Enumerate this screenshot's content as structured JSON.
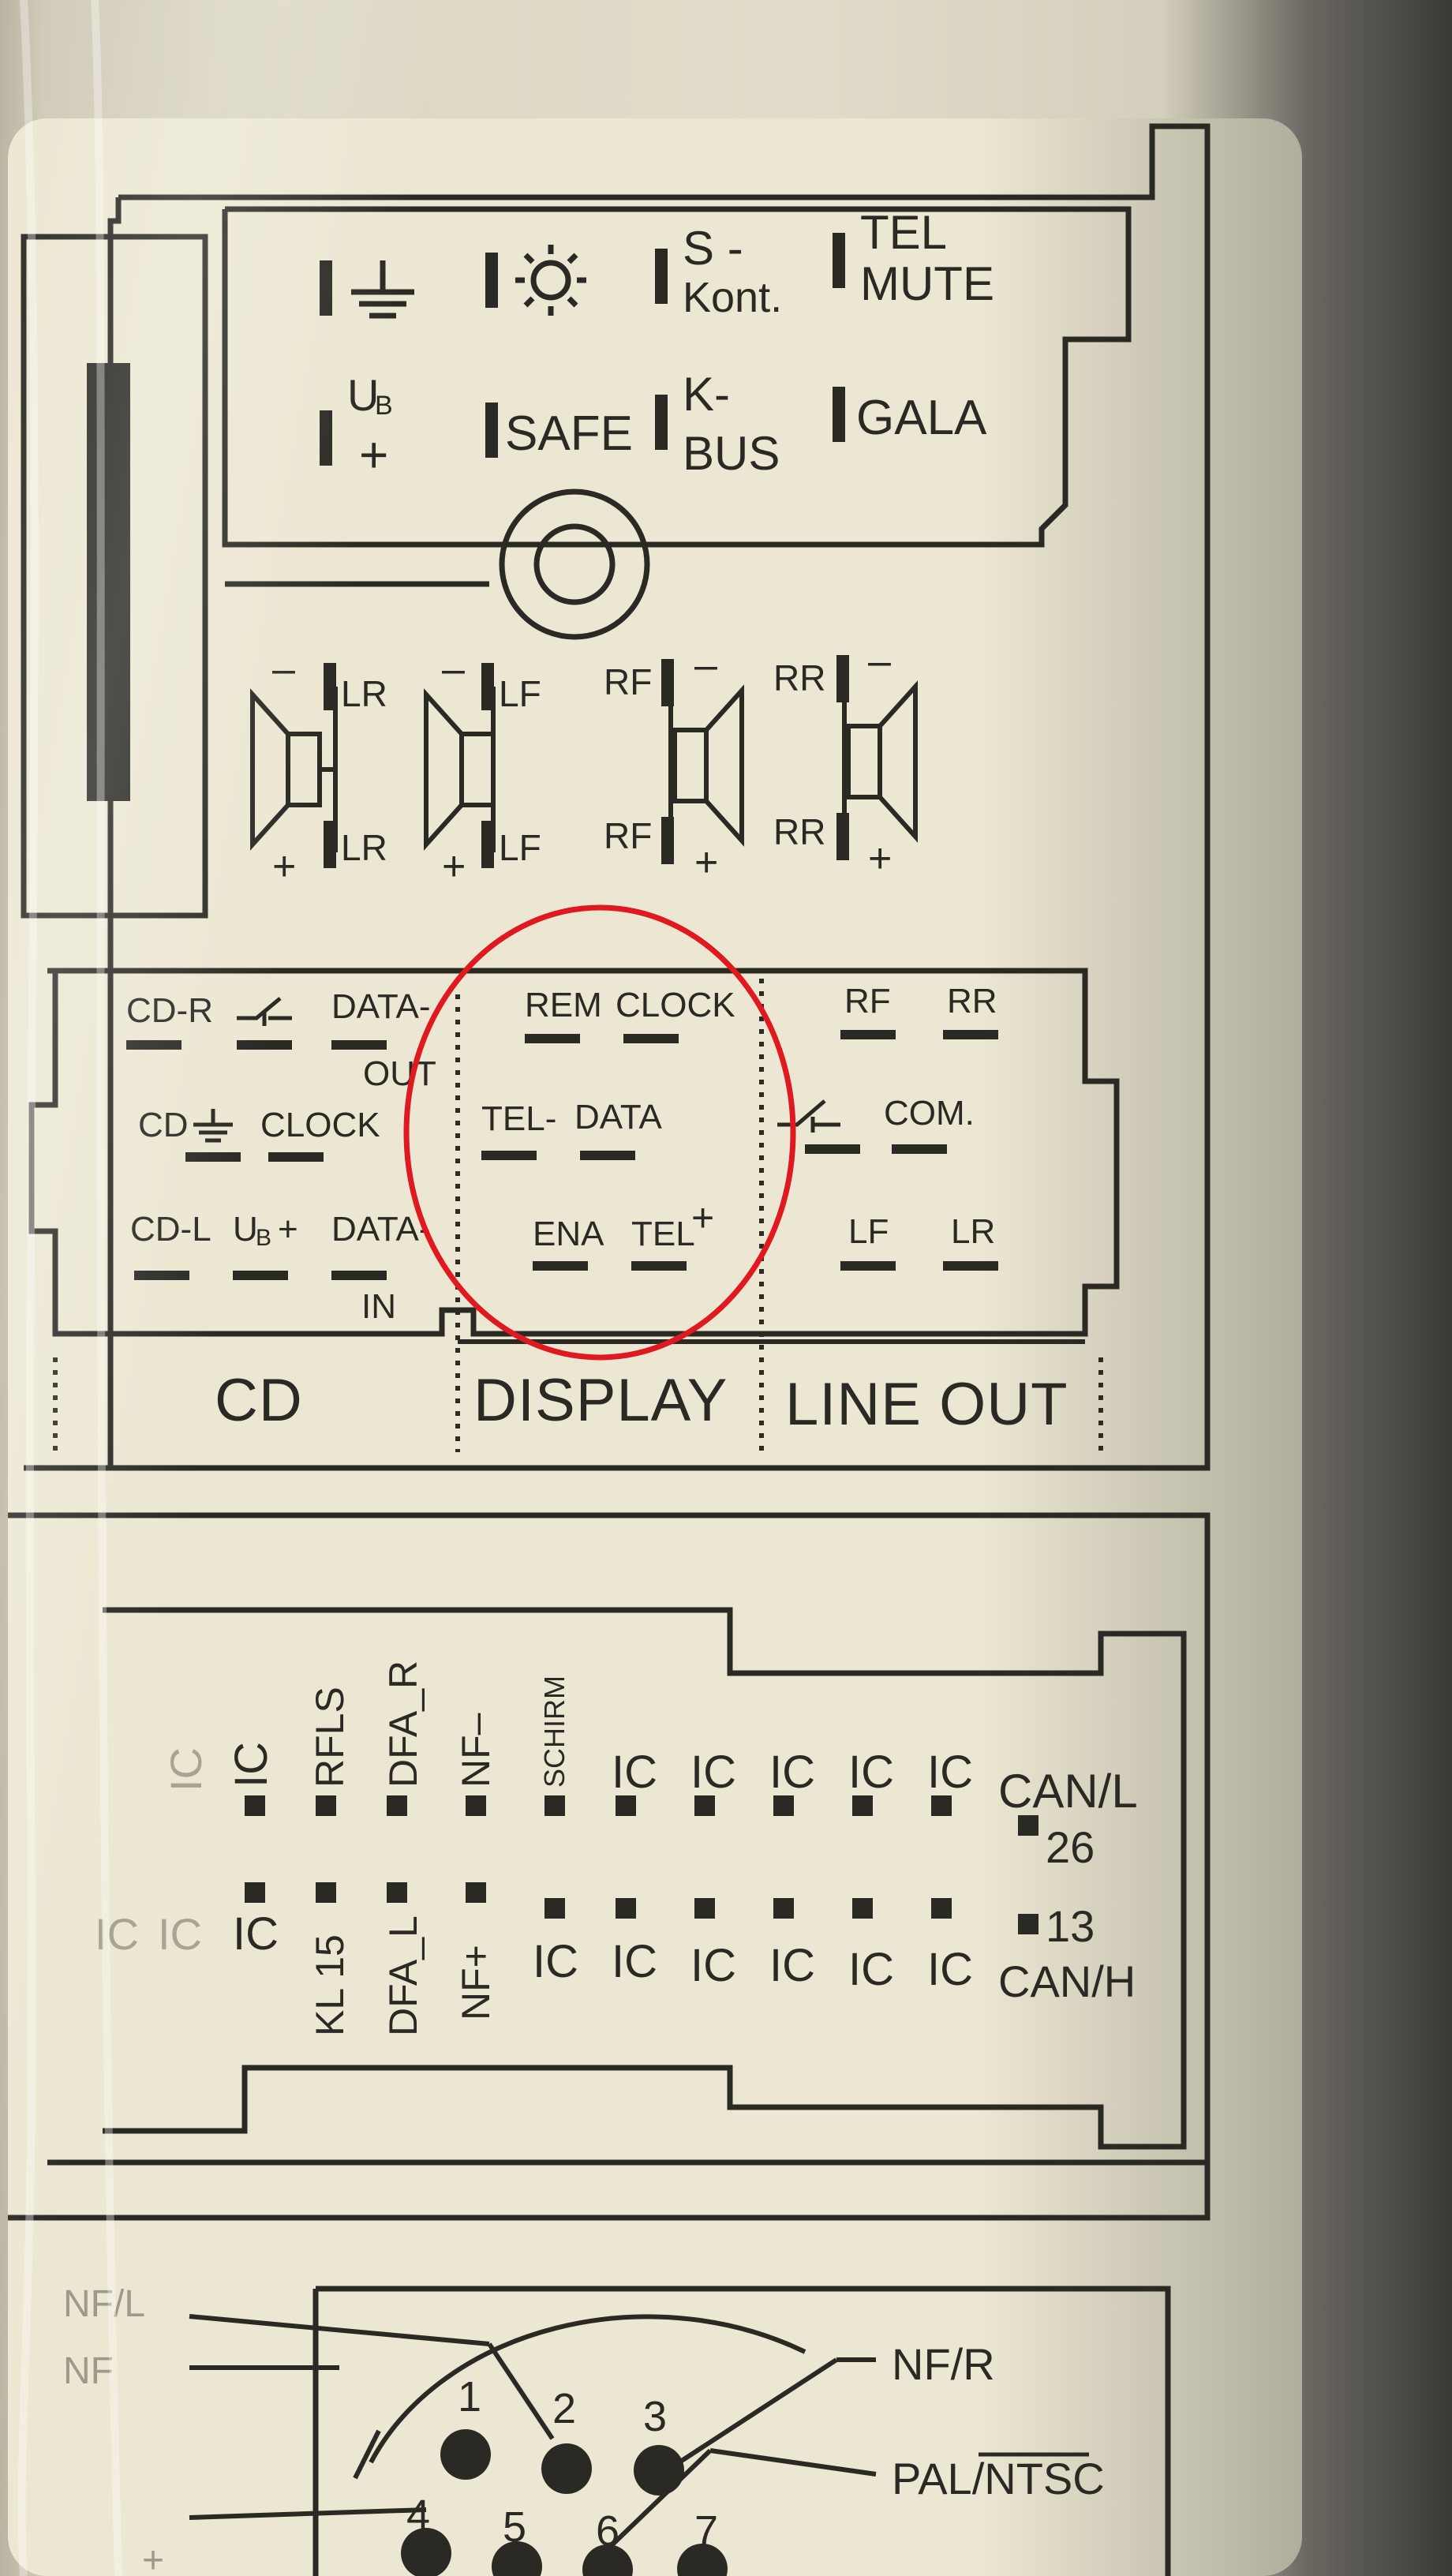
{
  "power_connector": {
    "pins": [
      {
        "label": "",
        "icon": "ground-icon"
      },
      {
        "label": "",
        "icon": "sun-icon"
      },
      {
        "label": "S -",
        "label2": "Kont."
      },
      {
        "label": "TEL",
        "label2": "MUTE"
      },
      {
        "label": "U",
        "sub": "B",
        "label2": "+"
      },
      {
        "label": "SAFE"
      },
      {
        "label": "K-",
        "label2": "BUS"
      },
      {
        "label": "GALA"
      }
    ]
  },
  "speaker_connector": {
    "speakers": [
      {
        "top": "LR",
        "bottom": "LR"
      },
      {
        "top": "LF",
        "bottom": "LF"
      },
      {
        "top": "RF",
        "bottom": "RF"
      },
      {
        "top": "RR",
        "bottom": "RR"
      }
    ],
    "minus": "–",
    "plus": "+"
  },
  "sections": {
    "cd": {
      "title": "CD",
      "pins": [
        "CD-R",
        "DATA-",
        "OUT",
        "CD",
        "CLOCK",
        "CD-L",
        "U",
        "B",
        "+",
        "DATA-",
        "IN"
      ]
    },
    "display": {
      "title": "DISPLAY",
      "pins": [
        "REM",
        "CLOCK",
        "TEL-",
        "DATA",
        "ENA",
        "TEL",
        "+"
      ]
    },
    "line_out": {
      "title": "LINE OUT",
      "pins": [
        "RF",
        "RR",
        "COM.",
        "LF",
        "LR"
      ]
    }
  },
  "lower_connector": {
    "top_row": [
      "IC",
      "RFLS",
      "DFA_R",
      "NF–",
      "SCHIRM",
      "IC",
      "IC",
      "IC",
      "IC",
      "IC",
      "CAN/L",
      "26"
    ],
    "bottom_row": [
      "IC",
      "KL 15",
      "DFA_L",
      "NF+",
      "IC",
      "IC",
      "IC",
      "IC",
      "IC",
      "IC",
      "13",
      "CAN/H"
    ],
    "faded": [
      "IC",
      "IC",
      "IC"
    ]
  },
  "din_connector": {
    "numbers": [
      "1",
      "2",
      "3",
      "4",
      "5",
      "6",
      "7"
    ],
    "labels": [
      "NF/R",
      "PAL/NTSC"
    ],
    "faded_left": [
      "NF/L",
      "NF",
      "+"
    ]
  },
  "annotation": {
    "shape": "red-circle",
    "color": "#e01820"
  }
}
